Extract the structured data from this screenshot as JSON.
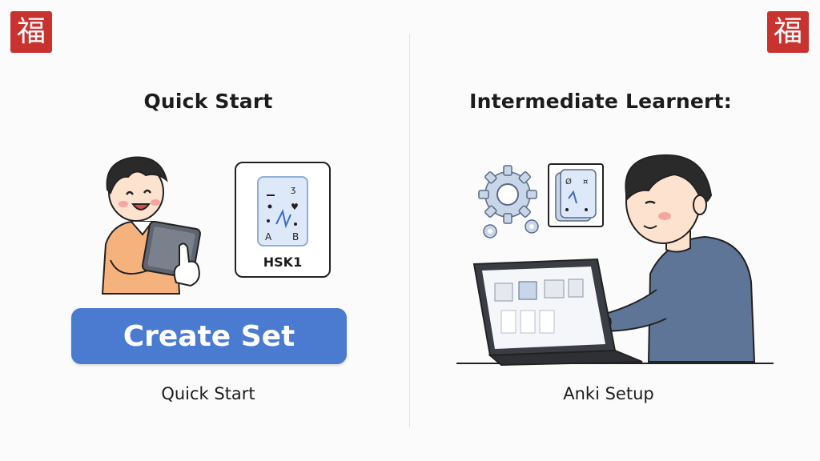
{
  "left": {
    "heading": "Quick Start",
    "deck_label": "HSK1",
    "button_label": "Create Set",
    "caption": "Quick Start"
  },
  "right": {
    "heading": "Intermediate Learnert:",
    "caption": "Anki Setup"
  },
  "seal_text": "福",
  "colors": {
    "accent": "#4a7bd0",
    "seal": "#c8322f",
    "card_blue": "#dde8f8",
    "shirt_orange": "#f6b27d",
    "shirt_blue": "#5f7598"
  },
  "icons": [
    "fu-seal-icon",
    "gear-icon",
    "flashcard-icon",
    "tablet-icon",
    "laptop-icon"
  ]
}
